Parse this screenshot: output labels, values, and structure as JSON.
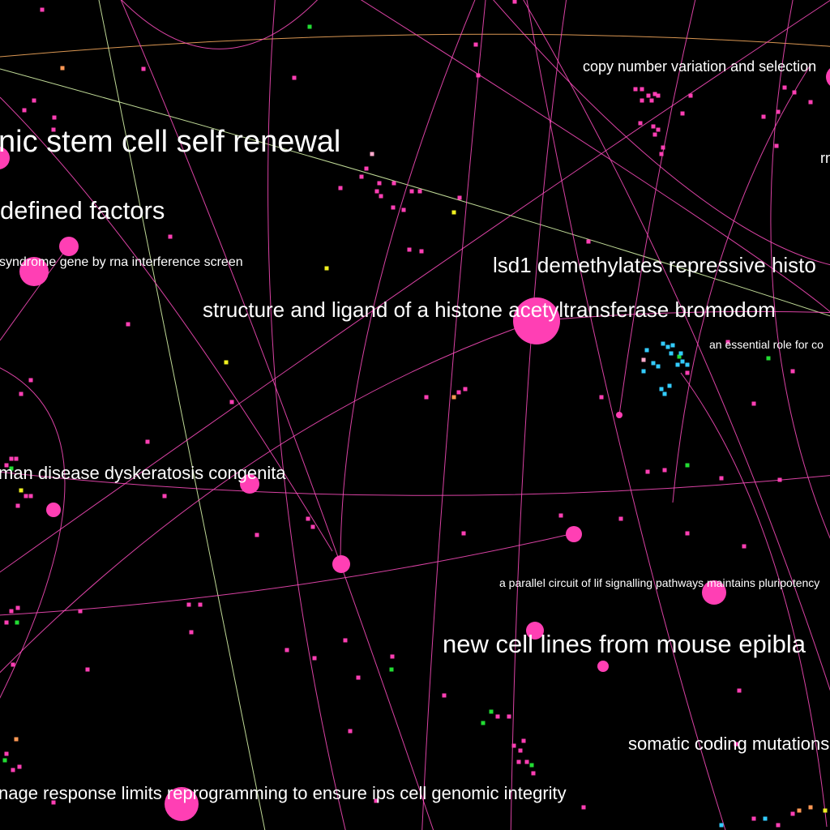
{
  "labels": {
    "stem_cell_self_renewal": "nic stem cell self renewal",
    "defined_factors": "defined factors",
    "syndrome_gene": "syndrome gene by rna interference screen",
    "copy_number_variation": "copy number variation and selection",
    "rn_fragment": "rn",
    "lsd1": "lsd1 demethylates repressive histo",
    "histone_acetyltransferase": "structure and ligand of a histone acetyltransferase bromodom",
    "essential_role": "an essential role for co",
    "dyskeratosis": "man disease dyskeratosis congenita",
    "lif_signalling": "a parallel circuit of lif signalling pathways maintains pluripotency",
    "epiblast": "new cell lines from mouse epibla",
    "somatic_coding": "somatic coding mutations",
    "ips_genomic_integrity": "nage response limits reprogramming to ensure ips cell genomic integrity"
  },
  "colors": {
    "background": "#000000",
    "node_primary": "#ff3fb4",
    "edge_primary": "#ff4ec0",
    "edge_orange": "#ffb060",
    "edge_pale": "#e0ffb0",
    "node_green": "#22dd33",
    "node_yellow": "#f0f020",
    "node_cyan": "#33ccff",
    "node_orange": "#ff9955",
    "node_light_pink": "#ffaacc",
    "label_text": "#ffffff"
  }
}
